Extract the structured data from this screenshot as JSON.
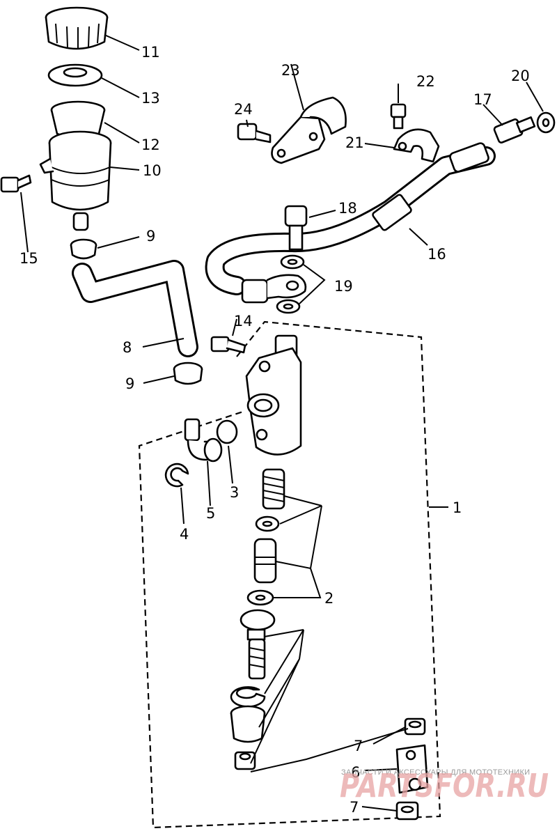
{
  "callouts": {
    "c1": "1",
    "c2": "2",
    "c3": "3",
    "c4": "4",
    "c5": "5",
    "c6": "6",
    "c7a": "7",
    "c7b": "7",
    "c8": "8",
    "c9a": "9",
    "c9b": "9",
    "c10": "10",
    "c11": "11",
    "c12": "12",
    "c13": "13",
    "c14": "14",
    "c15": "15",
    "c16": "16",
    "c17": "17",
    "c18": "18",
    "c19": "19",
    "c20": "20",
    "c21": "21",
    "c22": "22",
    "c23": "23",
    "c24": "24"
  },
  "watermark": {
    "tagline": "ЗАПЧАСТИ И АКСЕССУАРЫ ДЛЯ МОТОТЕХНИКИ",
    "brand": "PARTSFOR.RU"
  }
}
